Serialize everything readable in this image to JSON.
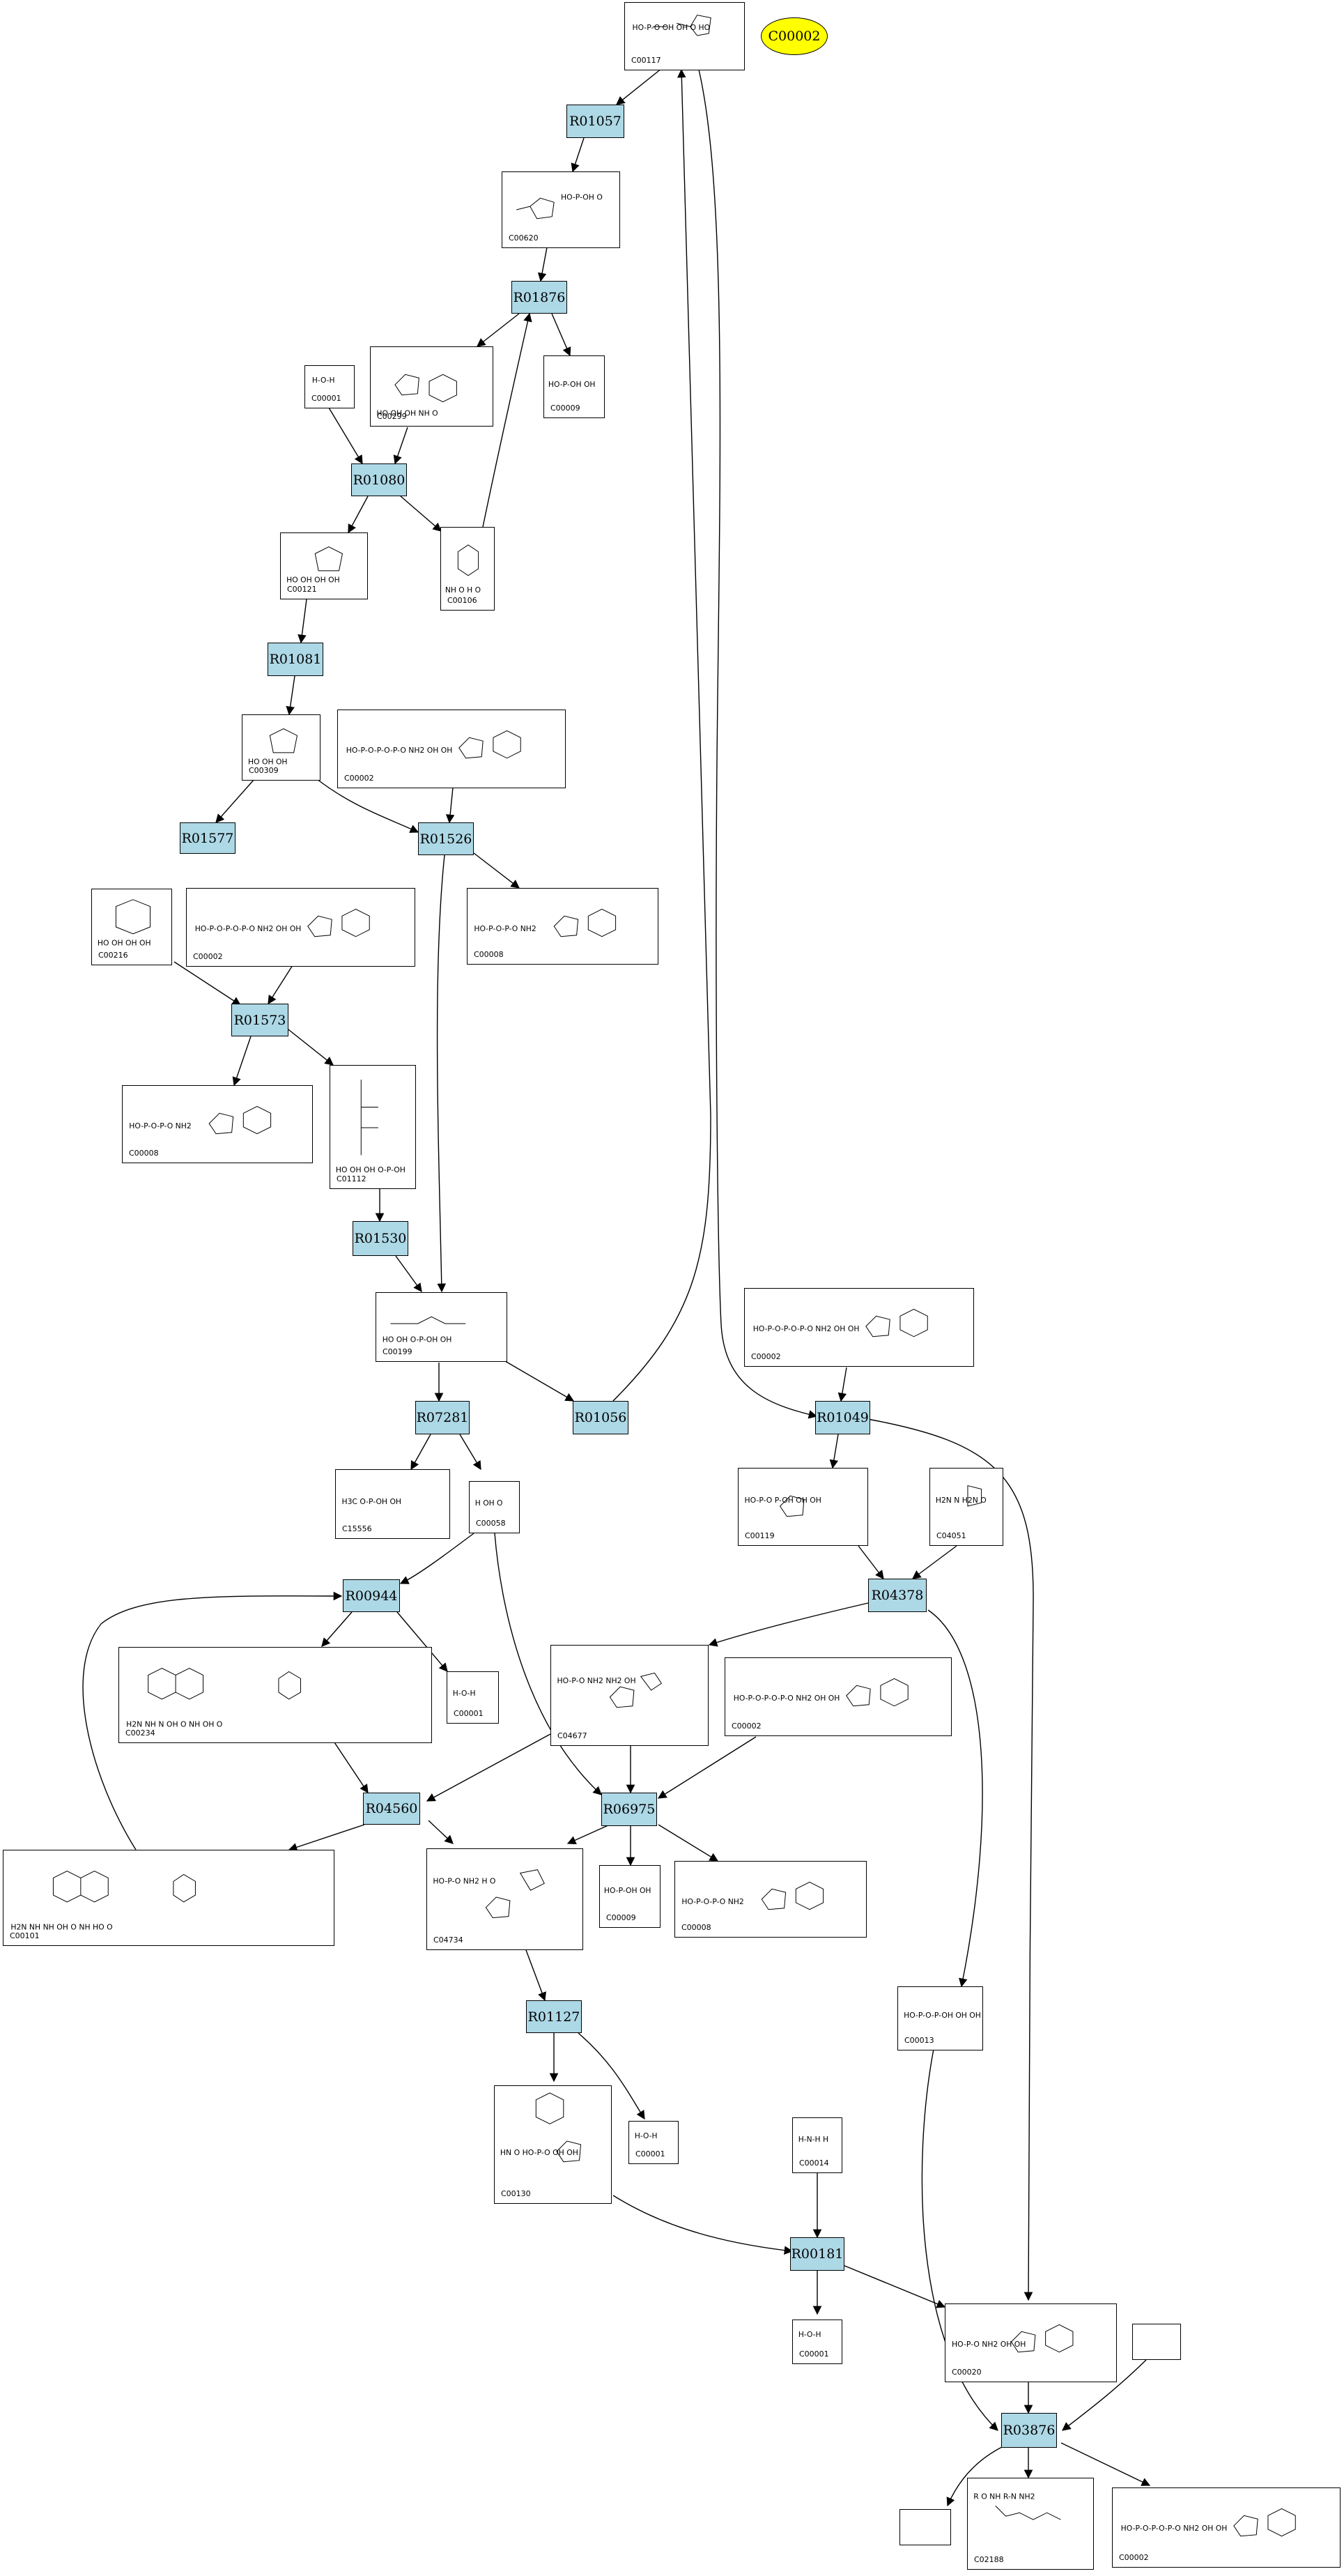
{
  "highlight_label": "C00002",
  "compounds": {
    "c_top": {
      "id": "C00117",
      "formula": "HO-P-O OH OH O HO"
    },
    "c_00620": {
      "id": "C00620",
      "formula": "HO-P-OH O"
    },
    "c_00299": {
      "id": "C00299",
      "formula": "HO OH OH NH O"
    },
    "c_00009a": {
      "id": "C00009",
      "formula": "HO-P-OH OH"
    },
    "c_00001a": {
      "id": "C00001",
      "formula": "H-O-H"
    },
    "c_00121": {
      "id": "C00121",
      "formula": "HO OH OH OH"
    },
    "c_00106": {
      "id": "C00106",
      "formula": "NH O H O"
    },
    "c_00309": {
      "id": "C00309",
      "formula": "HO OH OH"
    },
    "c_00002a": {
      "id": "C00002",
      "formula": "HO-P-O-P-O-P-O NH2 OH OH"
    },
    "c_00216": {
      "id": "C00216",
      "formula": "HO OH OH OH"
    },
    "c_00002b": {
      "id": "C00002",
      "formula": "HO-P-O-P-O-P-O NH2 OH OH"
    },
    "c_00008a": {
      "id": "C00008",
      "formula": "HO-P-O-P-O NH2"
    },
    "c_00008b": {
      "id": "C00008",
      "formula": "HO-P-O-P-O NH2"
    },
    "c_01112": {
      "id": "C01112",
      "formula": "HO OH OH O-P-OH"
    },
    "c_00199": {
      "id": "C00199",
      "formula": "HO OH O-P-OH OH"
    },
    "c_00002c": {
      "id": "C00002",
      "formula": "HO-P-O-P-O-P-O NH2 OH OH"
    },
    "c_15556": {
      "id": "C15556",
      "formula": "H3C O-P-OH OH"
    },
    "c_00058": {
      "id": "C00058",
      "formula": "H OH O"
    },
    "c_00119": {
      "id": "C00119",
      "formula": "HO-P-O P-OH OH OH"
    },
    "c_04051": {
      "id": "C04051",
      "formula": "H2N N H2N O"
    },
    "c_00234": {
      "id": "C00234",
      "formula": "H2N NH N OH O NH OH O"
    },
    "c_00001b": {
      "id": "C00001",
      "formula": "H-O-H"
    },
    "c_04677": {
      "id": "C04677",
      "formula": "HO-P-O NH2 NH2 OH"
    },
    "c_00002d": {
      "id": "C00002",
      "formula": "HO-P-O-P-O-P-O NH2 OH OH"
    },
    "c_00101": {
      "id": "C00101",
      "formula": "H2N NH NH OH O NH HO O"
    },
    "c_04734": {
      "id": "C04734",
      "formula": "HO-P-O NH2 H O"
    },
    "c_00009b": {
      "id": "C00009",
      "formula": "HO-P-OH OH"
    },
    "c_00008c": {
      "id": "C00008",
      "formula": "HO-P-O-P-O NH2"
    },
    "c_00013": {
      "id": "C00013",
      "formula": "HO-P-O-P-OH OH OH"
    },
    "c_00130": {
      "id": "C00130",
      "formula": "HN O HO-P-O OH OH"
    },
    "c_00001c": {
      "id": "C00001",
      "formula": "H-O-H"
    },
    "c_00014": {
      "id": "C00014",
      "formula": "H-N-H H"
    },
    "c_00001d": {
      "id": "C00001",
      "formula": "H-O-H"
    },
    "c_00020": {
      "id": "C00020",
      "formula": "HO-P-O NH2 OH OH"
    },
    "c_empty1": {
      "id": "",
      "formula": ""
    },
    "c_empty2": {
      "id": "",
      "formula": ""
    },
    "c_02188": {
      "id": "C02188",
      "formula": "R O NH R-N NH2"
    },
    "c_00002e": {
      "id": "C00002",
      "formula": "HO-P-O-P-O-P-O NH2 OH OH"
    }
  },
  "reactions": {
    "r01057": "R01057",
    "r01876": "R01876",
    "r01080": "R01080",
    "r01081": "R01081",
    "r01577": "R01577",
    "r01526": "R01526",
    "r01573": "R01573",
    "r01530": "R01530",
    "r07281": "R07281",
    "r01056": "R01056",
    "r01049": "R01049",
    "r04378": "R04378",
    "r00944": "R00944",
    "r04560": "R04560",
    "r06975": "R06975",
    "r01127": "R01127",
    "r00181": "R00181",
    "r03876": "R03876"
  }
}
